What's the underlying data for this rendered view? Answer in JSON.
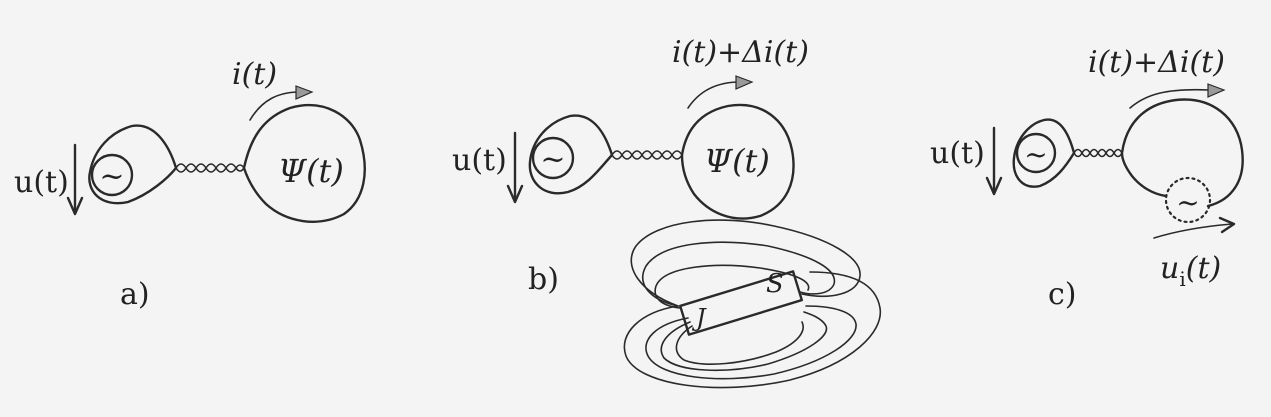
{
  "panels": {
    "a": {
      "label": "a)",
      "voltage": "u(t)",
      "current": "i(t)",
      "flux": "Ψ(t)",
      "source_symbol": "~"
    },
    "b": {
      "label": "b)",
      "voltage": "u(t)",
      "current": "i(t)+Δi(t)",
      "flux": "Ψ(t)",
      "source_symbol": "~",
      "magnet_left": "J",
      "magnet_right": "S"
    },
    "c": {
      "label": "c)",
      "voltage": "u(t)",
      "current": "i(t)+Δi(t)",
      "source_symbol": "~",
      "induced_source_symbol": "~",
      "induced_voltage_main": "u",
      "induced_voltage_sub": "i",
      "induced_voltage_arg": "(t)"
    }
  }
}
